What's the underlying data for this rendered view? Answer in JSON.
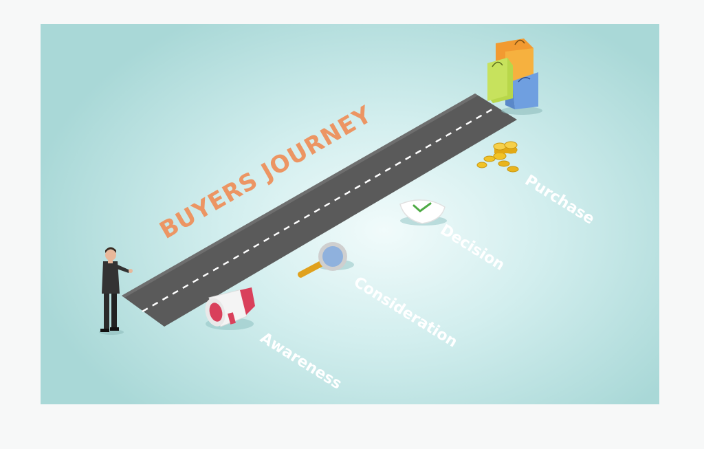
{
  "title": "BUYERS JOURNEY",
  "stages": [
    {
      "label": "Awareness",
      "icon": "megaphone-icon"
    },
    {
      "label": "Consideration",
      "icon": "magnifying-glass-icon"
    },
    {
      "label": "Decision",
      "icon": "check-shield-icon"
    },
    {
      "label": "Purchase",
      "icon": "coins-icon"
    }
  ],
  "colors": {
    "background": "#b9e2e1",
    "road": "#595959",
    "road_marking": "#ffffff",
    "title": "#ec9563",
    "stage_labels": "#ffffff"
  }
}
